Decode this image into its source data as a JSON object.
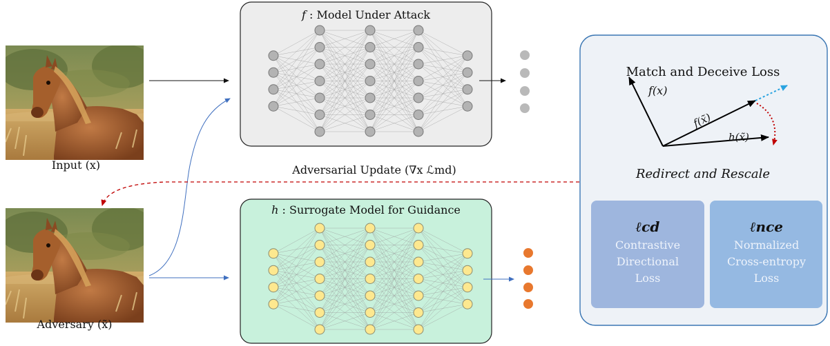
{
  "input_label": "Input (x)",
  "adversary_label": "Adversary (x̃)",
  "update_label": "Adversarial Update (∇x ℒmd)",
  "model_f": {
    "title_symbol": "f",
    "title": ": Model Under Attack"
  },
  "model_h": {
    "title_symbol": "h",
    "title": ": Surrogate Model for Guidance"
  },
  "loss_panel": {
    "title": "Match and Deceive Loss",
    "vector_fx": "f(x)",
    "vector_fxt": "f(x̃)",
    "vector_hxt": "h(x̃)",
    "subtitle": "Redirect and Rescale",
    "cd": {
      "symbol": "ℓcd",
      "lines": [
        "Contrastive",
        "Directional",
        "Loss"
      ]
    },
    "nce": {
      "symbol": "ℓnce",
      "lines": [
        "Normalized",
        "Cross-entropy",
        "Loss"
      ]
    }
  },
  "colors": {
    "model_f_bg": "#ededed",
    "model_h_bg": "#c8f1dc",
    "node_f": "#b3b3b3",
    "node_h": "#fde88f",
    "output_f": "#b9b9b9",
    "output_h": "#e8782e",
    "panel_bg": "#eef2f7",
    "panel_border": "#3a76b3",
    "loss_box_cd": "#9eb6de",
    "loss_box_nce": "#95b9e2",
    "update_arrow": "#c00000",
    "blue_arrow": "#3f6fbf",
    "dotted_blue": "#29a3e0"
  }
}
